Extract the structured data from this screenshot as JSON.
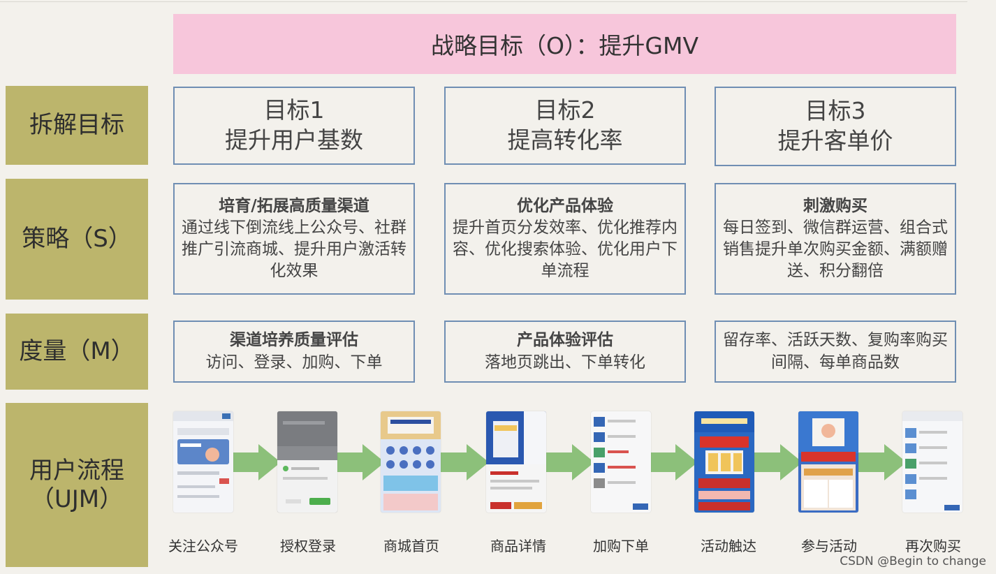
{
  "objective": "战略目标（O）：提升GMV",
  "rows": {
    "goals": "拆解目标",
    "strategy": "策略（S）",
    "measure": "度量（M）",
    "ujm_line1": "用户流程",
    "ujm_line2": "（UJM）"
  },
  "goals": [
    {
      "line1": "目标1",
      "line2": "提升用户基数"
    },
    {
      "line1": "目标2",
      "line2": "提高转化率"
    },
    {
      "line1": "目标3",
      "line2": "提升客单价"
    }
  ],
  "strategies": [
    {
      "title": "培育/拓展高质量渠道",
      "desc": "通过线下倒流线上公众号、社群推广引流商城、提升用户激活转化效果"
    },
    {
      "title": "优化产品体验",
      "desc": "提升首页分发效率、优化推荐内容、优化搜索体验、优化用户下单流程"
    },
    {
      "title": "刺激购买",
      "desc": "每日签到、微信群运营、组合式销售提升单次购买金额、满额赠送、积分翻倍"
    }
  ],
  "measures": [
    {
      "title": "渠道培养质量评估",
      "desc": "访问、登录、加购、下单"
    },
    {
      "title": "产品体验评估",
      "desc": "落地页跳出、下单转化"
    },
    {
      "title": "",
      "desc": "留存率、活跃天数、复购率购买间隔、每单商品数"
    }
  ],
  "steps": [
    "关注公众号",
    "授权登录",
    "商城首页",
    "商品详情",
    "加购下单",
    "活动触达",
    "参与活动",
    "再次购买"
  ],
  "watermark": "CSDN @Begin to change",
  "colors": {
    "banner": "#f7c6db",
    "row_label": "#bcb56c",
    "box_border": "#6f8eb3",
    "arrow": "#8cc07a"
  }
}
